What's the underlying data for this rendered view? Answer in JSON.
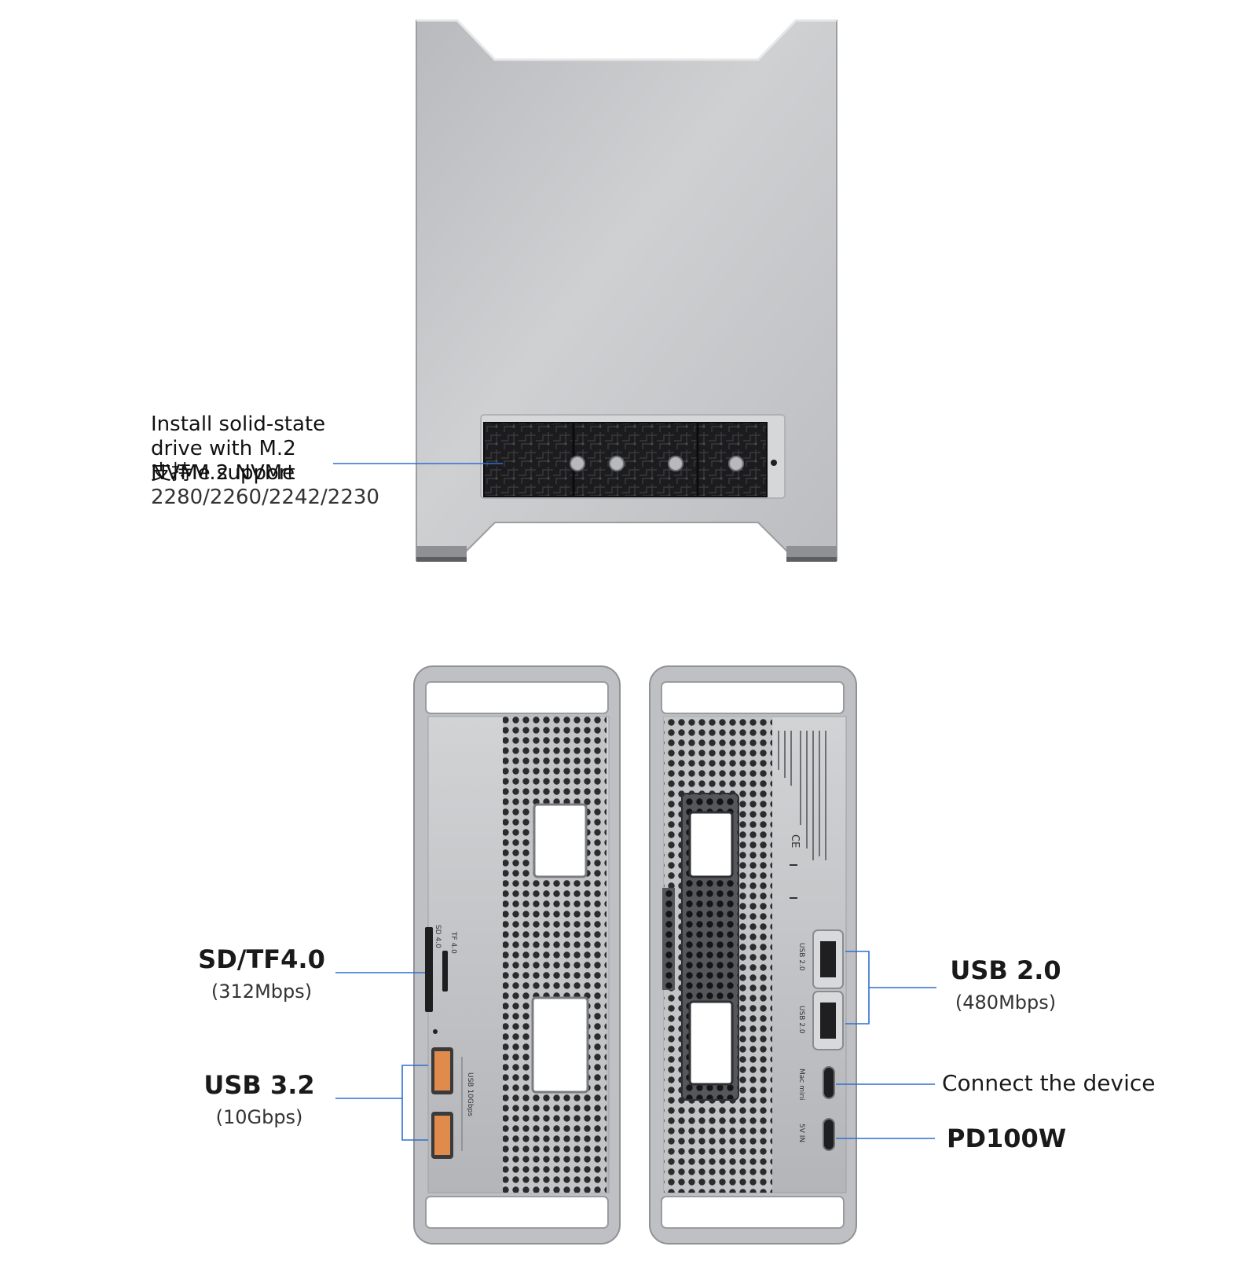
{
  "labels": {
    "ssd_line1": "Install solid-state",
    "ssd_line2": "drive with M.2",
    "ssd_line3a": "NVMe support",
    "ssd_line3b": "支持M.2 NVMe",
    "ssd_line4": "2280/2260/2242/2230",
    "sd_title": "SD/TF4.0",
    "sd_speed": "(312Mbps)",
    "usb32_title": "USB 3.2",
    "usb32_speed": "(10Gbps)",
    "usb20_title": "USB 2.0",
    "usb20_speed": "(480Mbps)",
    "connect": "Connect the device",
    "pd": "PD100W"
  },
  "device_print": {
    "sd_slot": "SD 4.0",
    "tf_slot": "TF 4.0",
    "usb_10g": "USB 10Gbps",
    "usb2_a": "USB 2.0",
    "usb2_b": "USB 2.0",
    "mac_mini": "Mac mini",
    "five_v_in": "5V IN"
  },
  "colors": {
    "leader_line": "#2f6fd0",
    "aluminum": "#c6c7c9",
    "aluminum_dark": "#8d8f93",
    "usb32_port": "#e08a4c"
  }
}
